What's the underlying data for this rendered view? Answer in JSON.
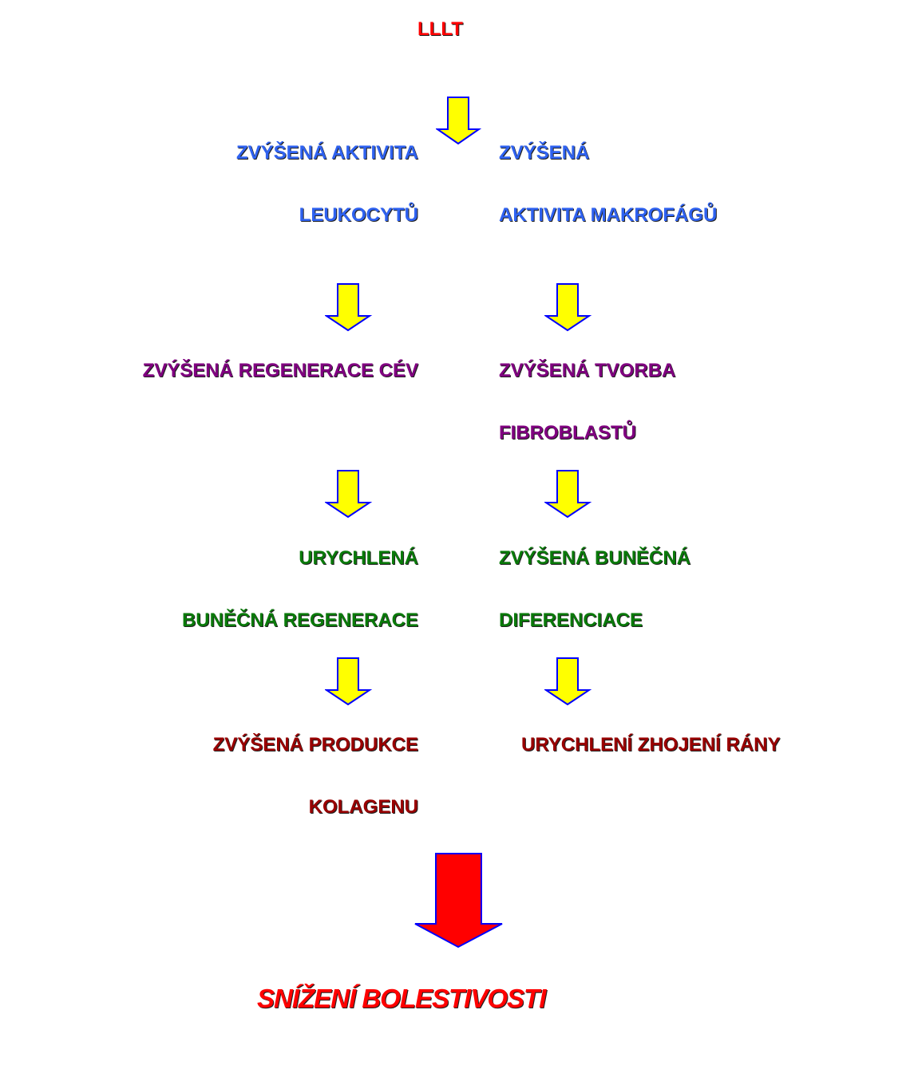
{
  "title": "LLLT",
  "colors": {
    "title": "#ff0000",
    "level1": "#2f62f0",
    "level2": "#800080",
    "level3": "#0a7a0a",
    "level4": "#990000",
    "result": "#ff0000",
    "arrow_fill": "#ffff00",
    "arrow_stroke": "#0000ff",
    "final_arrow_fill": "#ff0000"
  },
  "left": {
    "l1": [
      "ZVÝŠENÁ AKTIVITA",
      "LEUKOCYTŮ"
    ],
    "l2": [
      "ZVÝŠENÁ REGENERACE CÉV"
    ],
    "l3": [
      "URYCHLENÁ",
      "BUNĚČNÁ REGENERACE"
    ],
    "l4": [
      "ZVÝŠENÁ PRODUKCE",
      "KOLAGENU"
    ]
  },
  "right": {
    "l1": [
      "ZVÝŠENÁ",
      "AKTIVITA MAKROFÁGŮ"
    ],
    "l2": [
      "ZVÝŠENÁ TVORBA",
      "FIBROBLASTŮ"
    ],
    "l3": [
      "ZVÝŠENÁ BUNĚČNÁ",
      "DIFERENCIACE"
    ],
    "l4": [
      "URYCHLENÍ ZHOJENÍ RÁNY"
    ]
  },
  "result": "SNÍŽENÍ BOLESTIVOSTI"
}
